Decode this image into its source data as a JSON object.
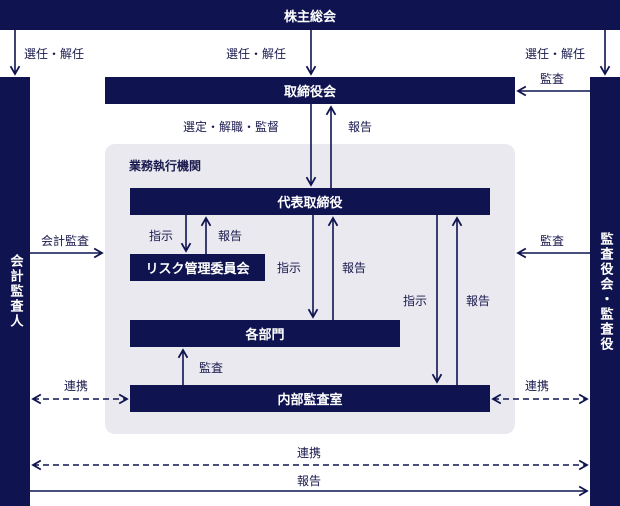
{
  "nodes": {
    "shareholders": "株主総会",
    "board": "取締役会",
    "auditor_accounting": "会計監査人",
    "auditor_board": "監査役会・監査役",
    "exec_group": "業務執行機関",
    "ceo": "代表取締役",
    "risk": "リスク管理委員会",
    "depts": "各部門",
    "internal_audit": "内部監査室"
  },
  "labels": {
    "elect_left": "選任・解任",
    "elect_center": "選任・解任",
    "elect_right": "選任・解任",
    "audit_board": "監査",
    "select_dismiss": "選定・解職・監督",
    "report_board": "報告",
    "accounting_audit": "会計監査",
    "audit_ceo": "監査",
    "instruct_risk": "指示",
    "report_risk": "報告",
    "instruct_depts": "指示",
    "report_depts": "報告",
    "instruct_internal": "指示",
    "report_internal": "報告",
    "audit_depts": "監査",
    "coop_left": "連携",
    "coop_right": "連携",
    "coop_bottom": "連携",
    "report_bottom": "報告"
  },
  "colors": {
    "navy": "#0f1450",
    "panel": "#e9e9ef"
  }
}
